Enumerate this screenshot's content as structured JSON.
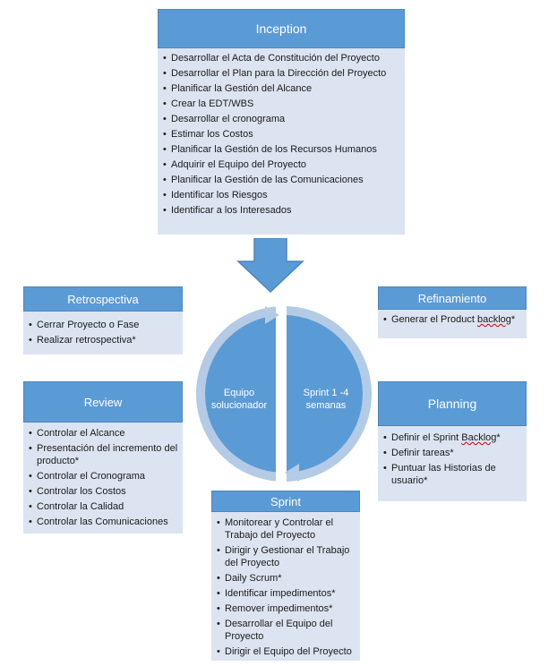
{
  "inception": {
    "title": "Inception",
    "items": [
      "Desarrollar el Acta de Constitución del Proyecto",
      "Desarrollar el Plan para la Dirección del Proyecto",
      "Planificar la Gestión del Alcance",
      "Crear la EDT/WBS",
      "Desarrollar el cronograma",
      "Estimar los Costos",
      "Planificar la Gestión de los Recursos Humanos",
      "Adquirir el Equipo del Proyecto",
      "Planificar la Gestión de las Comunicaciones",
      " Identificar los Riesgos",
      "Identificar a los Interesados"
    ]
  },
  "retrospectiva": {
    "title": "Retrospectiva",
    "items": [
      "Cerrar Proyecto o Fase",
      "Realizar retrospectiva*"
    ]
  },
  "refinamiento": {
    "title": "Refinamiento",
    "item_prefix": "Generar el Product ",
    "item_spell": "backlog",
    "item_suffix": "*"
  },
  "review": {
    "title": "Review",
    "items": [
      "Controlar el Alcance",
      "Presentación del incremento del producto*",
      "Controlar el Cronograma",
      "Controlar los Costos",
      "Controlar la Calidad",
      "Controlar las Comunicaciones"
    ]
  },
  "planning": {
    "title": "Planning",
    "item1_prefix": "Definir el Sprint ",
    "item1_spell": "Backlog",
    "item1_suffix": "*",
    "item2": "Definir tareas*",
    "item3": "Puntuar las Historias de usuario*"
  },
  "sprint": {
    "title": "Sprint",
    "items": [
      "Monitorear y Controlar el Trabajo del Proyecto",
      "Dirigir y Gestionar el Trabajo del Proyecto",
      "Daily Scrum*",
      "Identificar impedimentos*",
      "Remover impedimentos*",
      "Desarrollar el Equipo del Proyecto",
      "Dirigir el Equipo del Proyecto"
    ]
  },
  "cycle": {
    "left_line1": "Equipo",
    "left_line2": "solucionador",
    "right_line1": "Sprint 1 -4",
    "right_line2": "semanas"
  },
  "colors": {
    "header": "#5b9bd5",
    "body": "#dbe4f0",
    "circle": "#5b9bd5",
    "ring": "#b4cbe6"
  }
}
